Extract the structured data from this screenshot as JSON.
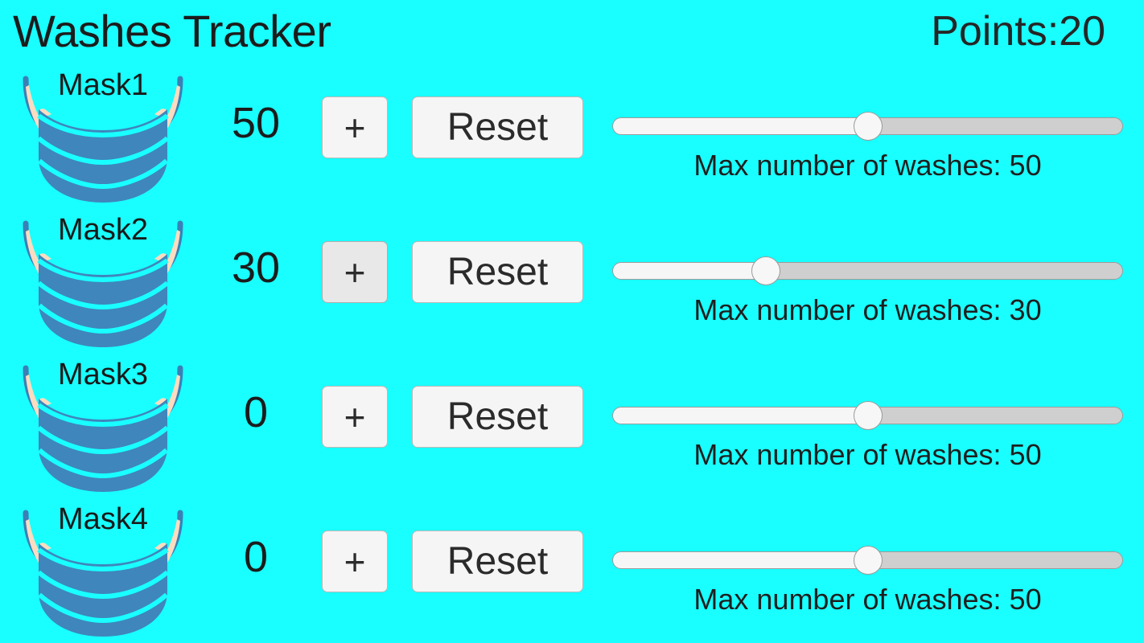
{
  "header": {
    "title": "Washes Tracker",
    "points_label": "Points:20",
    "points_prefix": "Points:",
    "points_value": 20
  },
  "theme": {
    "background": "#19FFFF",
    "mask_blue": "#3f86bc",
    "mask_blue_dark": "#3273a8",
    "mask_outline": "#2f7fb5",
    "ear_skin": "#fcdcc0",
    "button_face": "#f5f5f5",
    "button_face_pressed": "#e8e8e8",
    "button_border": "#b9b9b9",
    "slider_track": "#cfcfcf",
    "slider_fill": "#f6f6f6",
    "slider_thumb": "#f7f7f7",
    "text": "#1c1c1c"
  },
  "labels": {
    "plus_button": "+",
    "reset_button": "Reset",
    "max_washes_prefix": "Max number of washes: "
  },
  "rows": [
    {
      "mask_name": "Mask1",
      "count": "50",
      "plus_label": "+",
      "plus_pressed": false,
      "reset_label": "Reset",
      "slider_percent": 50,
      "slider_value": 50,
      "slider_caption": "Max number of washes: 50"
    },
    {
      "mask_name": "Mask2",
      "count": "30",
      "plus_label": "+",
      "plus_pressed": true,
      "reset_label": "Reset",
      "slider_percent": 30,
      "slider_value": 30,
      "slider_caption": "Max number of washes: 30"
    },
    {
      "mask_name": "Mask3",
      "count": "0",
      "plus_label": "+",
      "plus_pressed": false,
      "reset_label": "Reset",
      "slider_percent": 50,
      "slider_value": 50,
      "slider_caption": "Max number of washes: 50"
    },
    {
      "mask_name": "Mask4",
      "count": "0",
      "plus_label": "+",
      "plus_pressed": false,
      "reset_label": "Reset",
      "slider_percent": 50,
      "slider_value": 50,
      "slider_caption": "Max number of washes: 50"
    }
  ]
}
